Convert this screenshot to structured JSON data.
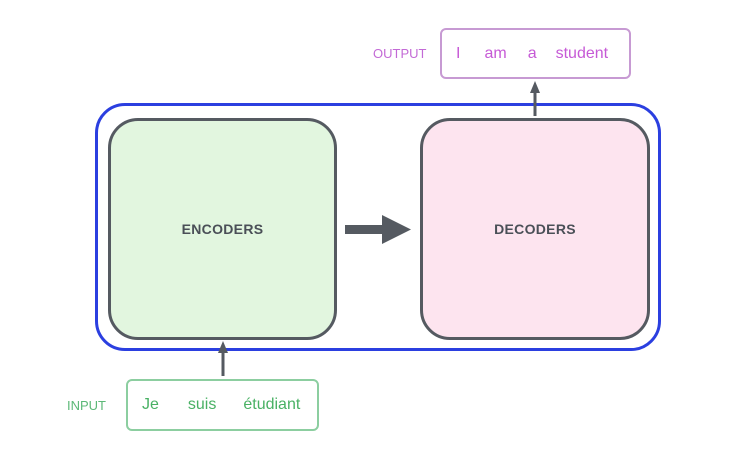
{
  "encoders_label": "ENCODERS",
  "decoders_label": "DECODERS",
  "input": {
    "label": "INPUT",
    "words": [
      "Je",
      "suis",
      "étudiant"
    ]
  },
  "output": {
    "label": "OUTPUT",
    "words": [
      "I",
      "am",
      "a",
      "student"
    ]
  },
  "colors": {
    "frame": "#2b3fe0",
    "encoders_fill": "#e2f6df",
    "decoders_fill": "#fde4ef",
    "input_text": "#49b164",
    "output_text": "#c65ad6",
    "arrow": "#555a61"
  }
}
